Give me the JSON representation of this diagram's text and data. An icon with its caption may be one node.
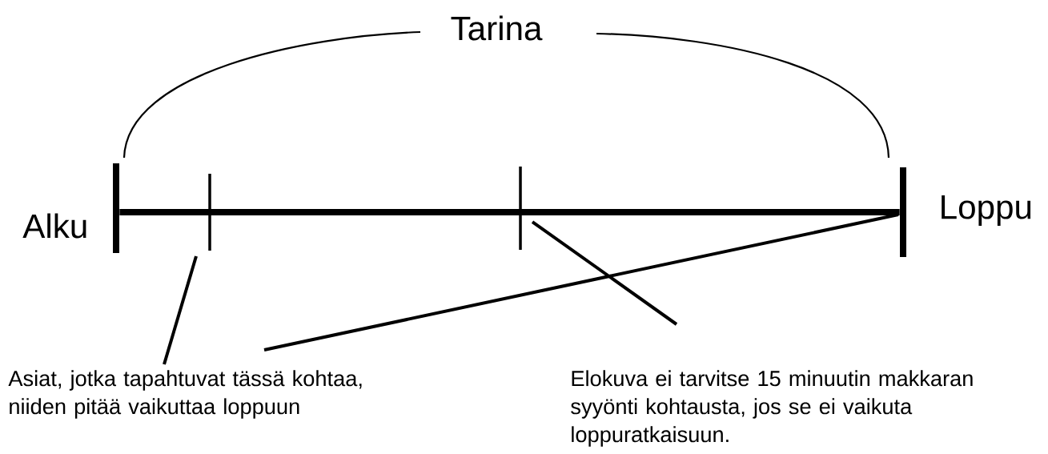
{
  "diagram": {
    "nodes": [
      {
        "text": [
          "Asiat, jotka tapahtuvat tässä kohtaa, niiden pitää vaikuttaa loppuun"
        ]
      },
      {
        "text": [
          "Elokuva ei tarvitse 15 minuutin makkaran syyönti kohtausta, jos se ei vaikuta loppuratkaisuun."
        ]
      },
      {
        "text": [],
        "shape": "bar",
        "beside": [
          "Alku"
        ]
      },
      {
        "text": [],
        "shape": "bar"
      },
      {
        "text": [],
        "shape": "bar"
      },
      {
        "text": [],
        "shape": "bar",
        "beside": [
          "Loppu"
        ]
      }
    ],
    "edges": [
      {
        "from": 0,
        "to": 3,
        "arrow": "none"
      },
      {
        "from": 0,
        "to": 5,
        "arrow": "none"
      },
      {
        "from": 1,
        "to": 4,
        "arrow": "none"
      },
      {
        "from": 2,
        "to": 5,
        "arrow": "none",
        "style": "thick"
      }
    ],
    "labels": [
      "Tarina"
    ]
  }
}
